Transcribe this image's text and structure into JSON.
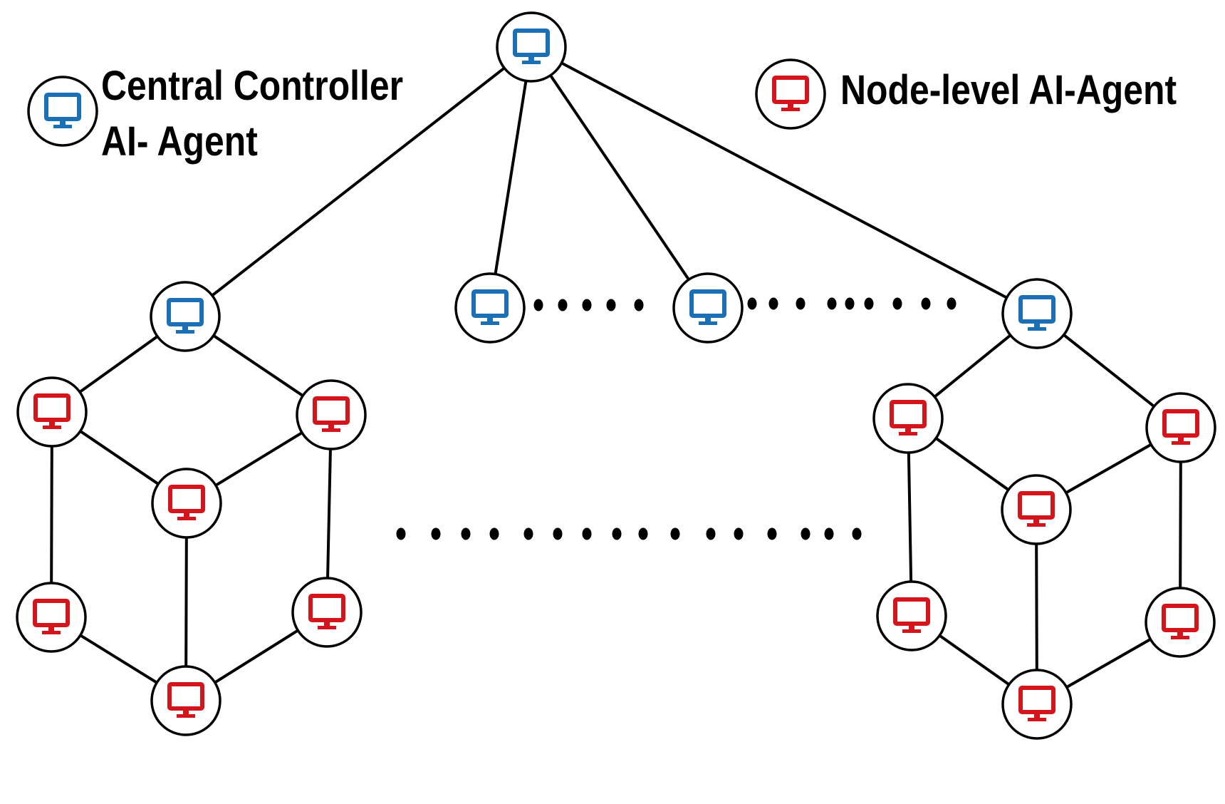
{
  "legend": {
    "central_line1": "Central  Controller",
    "central_line2": "AI- Agent",
    "node": "Node-level AI-Agent"
  },
  "colors": {
    "central": "#1a6fb5",
    "node": "#d4151b",
    "line": "#000000",
    "node_fill": "#ffffff"
  },
  "icons": {
    "central": "monitor-icon",
    "node": "monitor-icon"
  },
  "nodes": [
    {
      "id": "root",
      "kind": "central"
    },
    {
      "id": "left-hub",
      "kind": "central"
    },
    {
      "id": "mid-a",
      "kind": "central"
    },
    {
      "id": "mid-b",
      "kind": "central"
    },
    {
      "id": "right-hub",
      "kind": "central"
    },
    {
      "id": "l-ul",
      "kind": "node"
    },
    {
      "id": "l-ur",
      "kind": "node"
    },
    {
      "id": "l-c",
      "kind": "node"
    },
    {
      "id": "l-ll",
      "kind": "node"
    },
    {
      "id": "l-lr",
      "kind": "node"
    },
    {
      "id": "l-b",
      "kind": "node"
    },
    {
      "id": "r-ul",
      "kind": "node"
    },
    {
      "id": "r-ur",
      "kind": "node"
    },
    {
      "id": "r-c",
      "kind": "node"
    },
    {
      "id": "r-ll",
      "kind": "node"
    },
    {
      "id": "r-lr",
      "kind": "node"
    },
    {
      "id": "r-b",
      "kind": "node"
    }
  ],
  "edges": [
    [
      "root",
      "left-hub"
    ],
    [
      "root",
      "mid-a"
    ],
    [
      "root",
      "mid-b"
    ],
    [
      "root",
      "right-hub"
    ],
    [
      "left-hub",
      "l-ul"
    ],
    [
      "left-hub",
      "l-ur"
    ],
    [
      "l-ul",
      "l-c"
    ],
    [
      "l-ur",
      "l-c"
    ],
    [
      "l-ul",
      "l-ll"
    ],
    [
      "l-ur",
      "l-lr"
    ],
    [
      "l-c",
      "l-b"
    ],
    [
      "l-ll",
      "l-b"
    ],
    [
      "l-lr",
      "l-b"
    ],
    [
      "right-hub",
      "r-ul"
    ],
    [
      "right-hub",
      "r-ur"
    ],
    [
      "r-ul",
      "r-c"
    ],
    [
      "r-ur",
      "r-c"
    ],
    [
      "r-ul",
      "r-ll"
    ],
    [
      "r-ur",
      "r-lr"
    ],
    [
      "r-c",
      "r-b"
    ],
    [
      "r-ll",
      "r-b"
    ],
    [
      "r-lr",
      "r-b"
    ]
  ]
}
